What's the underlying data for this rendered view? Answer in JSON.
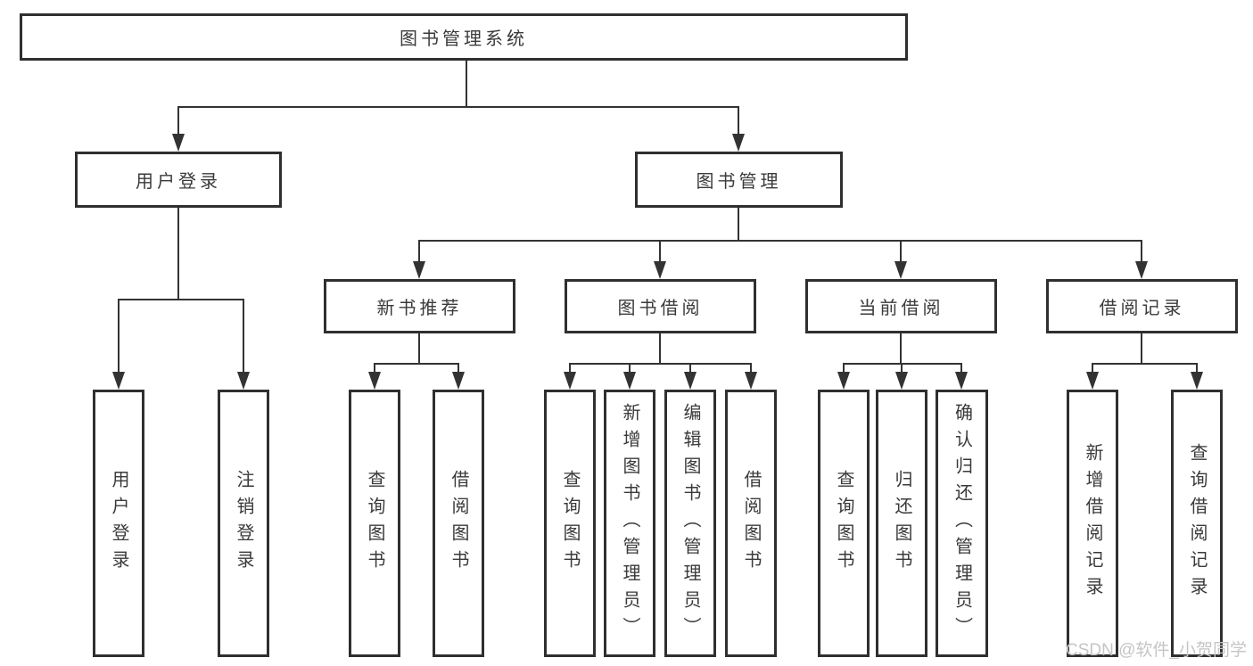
{
  "tree": {
    "root": "图书管理系统",
    "user_branch": {
      "label": "用户登录",
      "leaves": [
        "用户登录",
        "注销登录"
      ]
    },
    "book_branch": {
      "label": "图书管理",
      "sections": [
        {
          "label": "新书推荐",
          "leaves": [
            "查询图书",
            "借阅图书"
          ]
        },
        {
          "label": "图书借阅",
          "leaves": [
            "查询图书",
            "新增图书（管理员）",
            "编辑图书（管理员）",
            "借阅图书"
          ]
        },
        {
          "label": "当前借阅",
          "leaves": [
            "查询图书",
            "归还图书",
            "确认归还（管理员）"
          ]
        },
        {
          "label": "借阅记录",
          "leaves": [
            "新增借阅记录",
            "查询借阅记录"
          ]
        }
      ]
    }
  },
  "watermark": "CSDN @软件_小贺同学",
  "colors": {
    "background": "#ffffff",
    "line": "#333333",
    "box_border": "#2f2f2f",
    "text": "#3a3a3a",
    "watermark": "#c5c5c5"
  }
}
